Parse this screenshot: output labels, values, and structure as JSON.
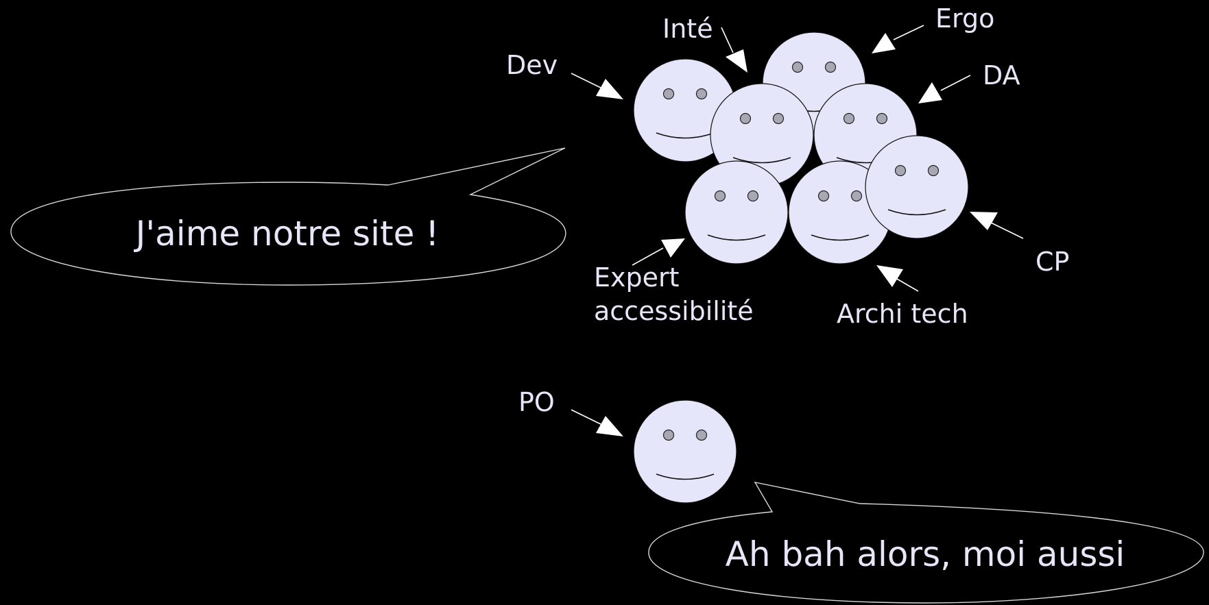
{
  "roles": {
    "dev": "Dev",
    "inte": "Inté",
    "ergo": "Ergo",
    "da": "DA",
    "cp": "CP",
    "archi": "Archi tech",
    "expert_line1": "Expert",
    "expert_line2": "accessibilité",
    "po": "PO"
  },
  "speech": {
    "team": "J'aime notre site !",
    "po": "Ah bah alors, moi aussi"
  },
  "colors": {
    "background": "#000000",
    "face_fill": "#e6e6fa",
    "text": "#e6e6f8",
    "line": "#ffffff"
  },
  "icons": {
    "person": "smiley-face-icon",
    "pointer": "arrow-icon"
  }
}
